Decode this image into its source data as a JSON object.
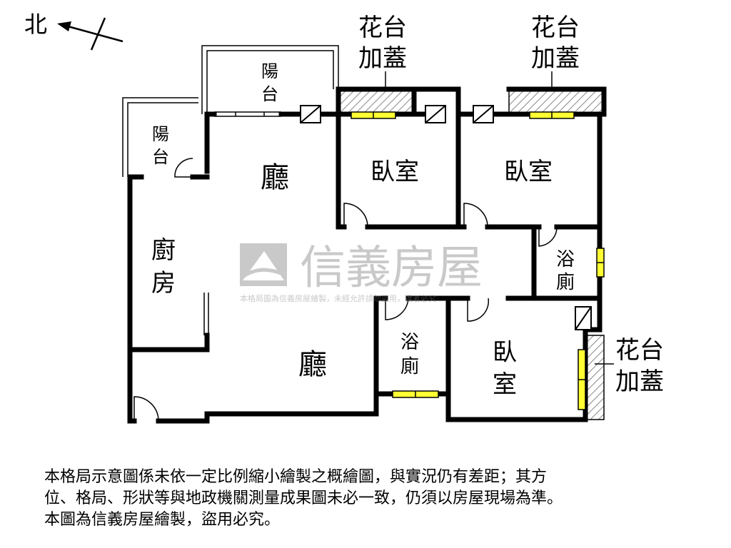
{
  "compass": {
    "north_label": "北"
  },
  "rooms": {
    "living_upper": "廳",
    "living_lower": "廳",
    "kitchen": [
      "廚",
      "房"
    ],
    "bedroom_1": "臥室",
    "bedroom_2": "臥室",
    "bedroom_3": [
      "臥",
      "室"
    ],
    "bath_right": [
      "浴",
      "廁"
    ],
    "bath_center": [
      "浴",
      "廁"
    ],
    "balcony_top": [
      "陽",
      "台"
    ],
    "balcony_left": [
      "陽",
      "台"
    ]
  },
  "callouts": {
    "planter_1": [
      "花台",
      "加蓋"
    ],
    "planter_2": [
      "花台",
      "加蓋"
    ],
    "planter_3": [
      "花台",
      "加蓋"
    ]
  },
  "watermark": {
    "brand": "信義房屋",
    "notice": "本格局圖為信義房屋繪製，未經允許請勿盜用，違者必究"
  },
  "disclaimer": {
    "lines": [
      "本格局示意圖係未依一定比例縮小繪製之概繪圖，與實況仍有差距；其方",
      "位、格局、形狀等與地政機關測量成果圖未必一致，仍須以房屋現場為準。",
      "本圖為信義房屋繪製，盜用必究。"
    ]
  },
  "colors": {
    "wall": "#000000",
    "window": "#ffff33",
    "hatch": "#888888",
    "watermark": "#9a9a9a"
  }
}
